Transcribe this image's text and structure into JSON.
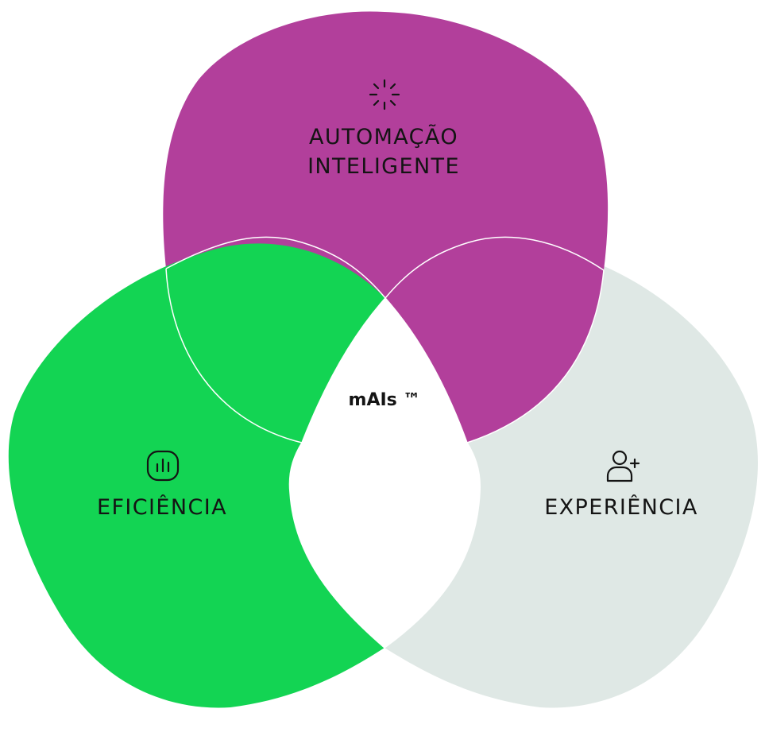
{
  "diagram": {
    "type": "venn",
    "center_label": "mAIs ™",
    "sets": [
      {
        "id": "automation",
        "line1": "AUTOMAÇÃO",
        "line2": "INTELIGENTE",
        "icon": "sparkle-icon",
        "color": "#B23F9B"
      },
      {
        "id": "efficiency",
        "line1": "EFICIÊNCIA",
        "icon": "bar-chart-icon",
        "color": "#13D453"
      },
      {
        "id": "experience",
        "line1": "EXPERIÊNCIA",
        "icon": "user-plus-icon",
        "color": "#DFE8E5"
      }
    ],
    "overlap_colors": {
      "automation_efficiency": "#13D453",
      "automation_experience": "#B23F9B",
      "efficiency_experience": "#DFE8E5",
      "center": "#FFFFFF"
    }
  }
}
